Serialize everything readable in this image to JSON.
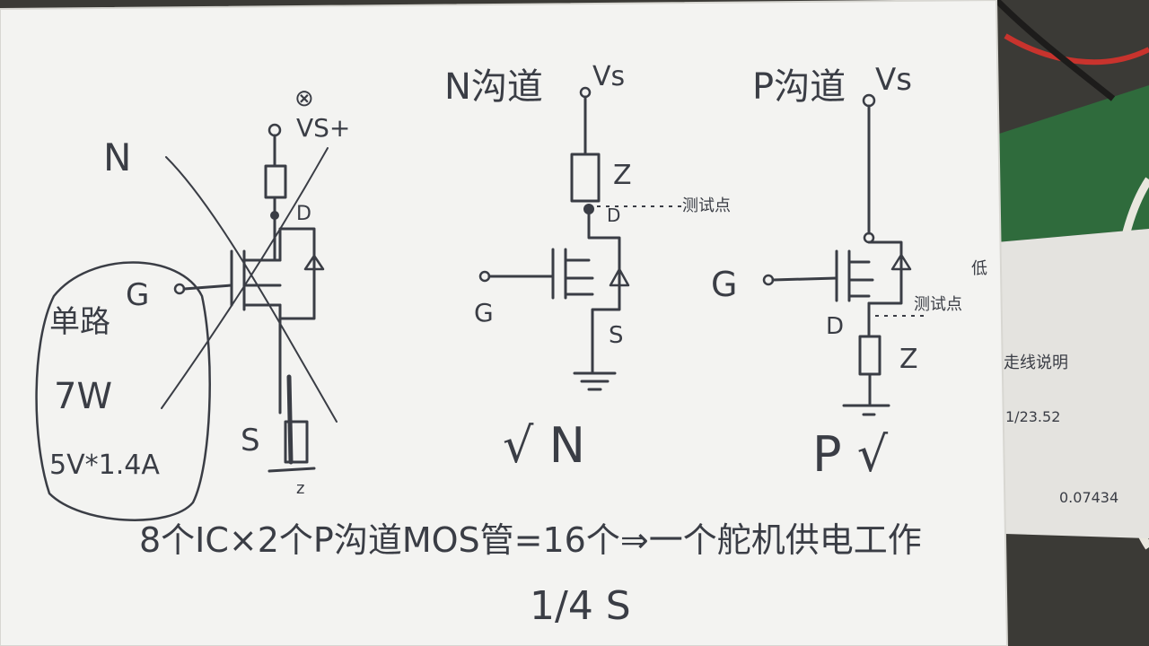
{
  "colors": {
    "paper": "#f3f3f1",
    "ink": "#3a3d45",
    "desk": "#3b3a36",
    "board_green": "#2f6b3c",
    "wire_red": "#c8332d"
  },
  "left_circuit": {
    "top_mark": "⊗",
    "label_vs": "VS+",
    "label_n": "N",
    "label_g": "G",
    "label_s": "S",
    "label_d": "D",
    "bottom_mark": "z"
  },
  "note_box": {
    "line1": "单路",
    "line2": "7W",
    "line3": "5V*1.4A"
  },
  "n_circuit": {
    "title": "N沟道",
    "label_vs": "Vs",
    "label_z": "Z",
    "label_d": "D",
    "test_point": "测试点",
    "label_g": "G",
    "label_s": "S",
    "verdict": "√ N"
  },
  "p_circuit": {
    "title": "P沟道",
    "label_vs": "Vs",
    "label_g": "G",
    "label_d": "D",
    "test_point": "测试点",
    "label_z": "Z",
    "verdict": "P √",
    "side_note": "低"
  },
  "summary": {
    "line": "8个IC×2个P沟道MOS管=16个⇒一个舵机供电工作",
    "fraction": "1/4 S"
  },
  "side_notes": {
    "text1": "走线说明",
    "text2": "1/23.52",
    "text3": "0.07434"
  }
}
